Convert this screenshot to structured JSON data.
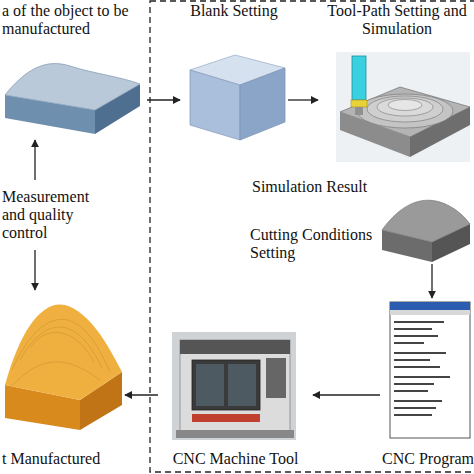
{
  "diagram": {
    "nodes": [
      {
        "text": [
          "a of the object to be manufactured"
        ]
      },
      {
        "text": [
          "Blank Setting"
        ]
      },
      {
        "text": [
          "Tool-Path Setting and Simulation"
        ]
      },
      {
        "text": [
          "Simulation Result"
        ]
      },
      {
        "text": [
          "CNC Program"
        ]
      },
      {
        "text": [
          "CNC Machine Tool"
        ]
      },
      {
        "text": [
          "t Manufactured"
        ]
      },
      {
        "text": [
          "Measurement and quality control"
        ]
      }
    ],
    "edges": [
      {
        "from": 0,
        "to": 1,
        "arrow": "to"
      },
      {
        "from": 1,
        "to": 2,
        "arrow": "to"
      },
      {
        "from": 3,
        "to": 4,
        "arrow": "to"
      },
      {
        "from": 4,
        "to": 5,
        "arrow": "to"
      },
      {
        "from": 5,
        "to": 6,
        "arrow": "to"
      },
      {
        "from": 7,
        "to": 0,
        "arrow": "to"
      },
      {
        "from": 7,
        "to": 6,
        "arrow": "to"
      }
    ],
    "labels": [
      "Cutting Conditions Setting"
    ]
  }
}
